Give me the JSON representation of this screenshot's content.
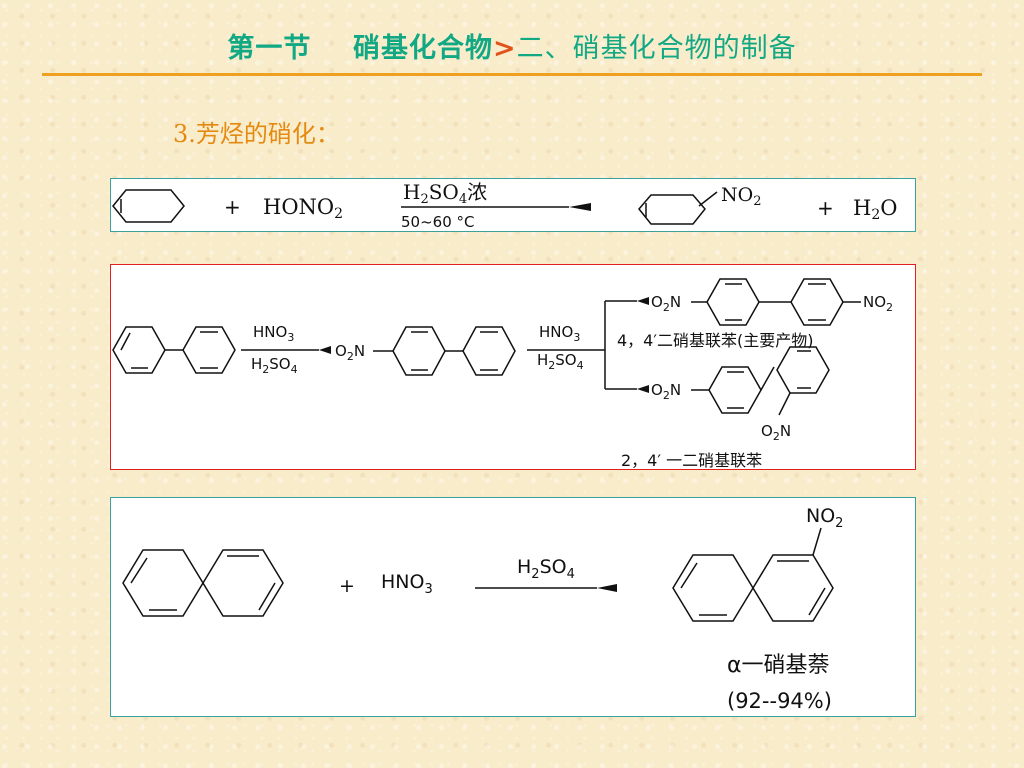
{
  "header": {
    "section": "第一节",
    "topic": "硝基化合物",
    "separator": ">",
    "subtopic": "二、硝基化合物的制备"
  },
  "heading": "3.芳烃的硝化：",
  "reaction1": {
    "plus1": "+",
    "reagent_a": "HONO",
    "reagent_sub": "2",
    "cond_top_a": "H",
    "cond_top_sub1": "2",
    "cond_top_b": "SO",
    "cond_top_sub2": "4",
    "cond_top_c": "浓",
    "cond_bottom": "50~60 °C",
    "no2_a": "NO",
    "no2_sub": "2",
    "plus2": "+",
    "water_a": "H",
    "water_sub": "2",
    "water_b": "O"
  },
  "reaction2": {
    "step1_top_a": "HNO",
    "step1_top_sub": "3",
    "step1_bottom_a": "H",
    "step1_bottom_sub1": "2",
    "step1_bottom_b": "SO",
    "step1_bottom_sub2": "4",
    "o2n_a": "O",
    "o2n_sub": "2",
    "o2n_b": "N",
    "no2_a": "NO",
    "no2_sub": "2",
    "product_major_label": "4，4′二硝基联苯(主要产物)",
    "product_minor_label": "2，4′ 一二硝基联苯"
  },
  "reaction3": {
    "plus": "+",
    "reagent_a": "HNO",
    "reagent_sub": "3",
    "cond_a": "H",
    "cond_sub1": "2",
    "cond_b": "SO",
    "cond_sub2": "4",
    "no2_a": "NO",
    "no2_sub": "2",
    "product_label": "α一硝基萘",
    "yield": "(92--94%)"
  }
}
